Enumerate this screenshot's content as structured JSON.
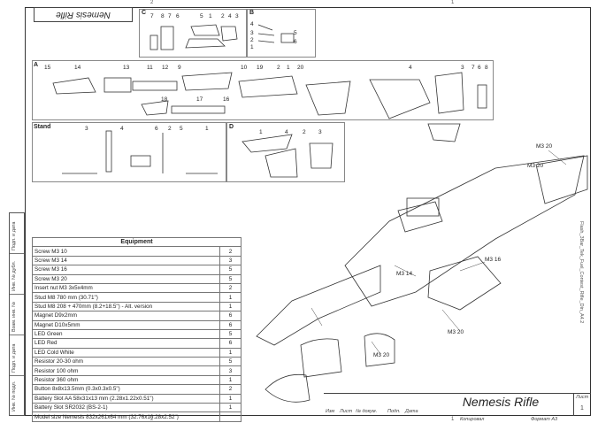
{
  "sheet": {
    "title": "Nemesis Rifle",
    "title_mirrored": "Nemesis Rifle",
    "sheet_label": "Лист",
    "sheet_number": "1",
    "format_label": "Формат А3",
    "copied_label": "Копировал",
    "title_block_cols": [
      "Изм",
      "Лист",
      "№ докум.",
      "Подп.",
      "Дата"
    ],
    "side_caption": "Flash_3Bar_Tek_Fuel_Contest_Rifle_Din_A4.2",
    "edge_numbers": [
      "2",
      "1",
      "2",
      "1"
    ]
  },
  "left_strip": [
    "Подп. и дата",
    "Инв. № дубл.",
    "Взам. инв. №",
    "Подп. и дата",
    "Инв. № подл."
  ],
  "panels": {
    "A": "A",
    "B": "B",
    "C": "C",
    "D": "D",
    "stand": "Stand"
  },
  "callouts": {
    "C": [
      "7",
      "8",
      "7",
      "6",
      "5",
      "1",
      "2",
      "4",
      "3"
    ],
    "B": [
      "4",
      "3",
      "2",
      "1",
      "5",
      "6"
    ],
    "A": [
      "15",
      "14",
      "13",
      "11",
      "12",
      "9",
      "10",
      "19",
      "2",
      "1",
      "20",
      "4",
      "3",
      "7",
      "6",
      "8",
      "18",
      "17",
      "16"
    ],
    "stand": [
      "3",
      "4",
      "6",
      "2",
      "5",
      "1"
    ],
    "D": [
      "1",
      "4",
      "2",
      "3"
    ],
    "iso": [
      "M3 20",
      "M3 20",
      "M3 16",
      "M3 14",
      "M3 20",
      "M3 20"
    ]
  },
  "equipment": {
    "header": "Equipment",
    "rows": [
      {
        "item": "Screw M3 10",
        "qty": "2"
      },
      {
        "item": "Screw M3 14",
        "qty": "3"
      },
      {
        "item": "Screw M3 16",
        "qty": "5"
      },
      {
        "item": "Screw M3 20",
        "qty": "5"
      },
      {
        "item": "Insert nut M3 3x5x4mm",
        "qty": "2"
      },
      {
        "item": "Stud M8 780 mm (30.71\")",
        "qty": "1"
      },
      {
        "item": "Stud M8 208 + 470mm (8.2+18.5\") - Alt. version",
        "qty": "1"
      },
      {
        "item": "Magnet D9x2mm",
        "qty": "6"
      },
      {
        "item": "Magnet D10x5mm",
        "qty": "6"
      },
      {
        "item": "LED Green",
        "qty": "5"
      },
      {
        "item": "LED Red",
        "qty": "6"
      },
      {
        "item": "LED Cold White",
        "qty": "1"
      },
      {
        "item": "Resistor 20-30 ohm",
        "qty": "5"
      },
      {
        "item": "Resistor 100 ohm",
        "qty": "3"
      },
      {
        "item": "Resistor 360 ohm",
        "qty": "1"
      },
      {
        "item": "Button 8x8x13.5mm (0.3x0.3x0.5\")",
        "qty": "2"
      },
      {
        "item": "Battery Slot AA 58x31x13 mm (2.28x1.22x0.51\")",
        "qty": "1"
      },
      {
        "item": "Battery Slot SR2032 (BS-2-1)",
        "qty": "1"
      },
      {
        "item": "Model size Nemesis 832x261x64 mm (32.76x10.28x2.52\")",
        "qty": ""
      }
    ]
  }
}
